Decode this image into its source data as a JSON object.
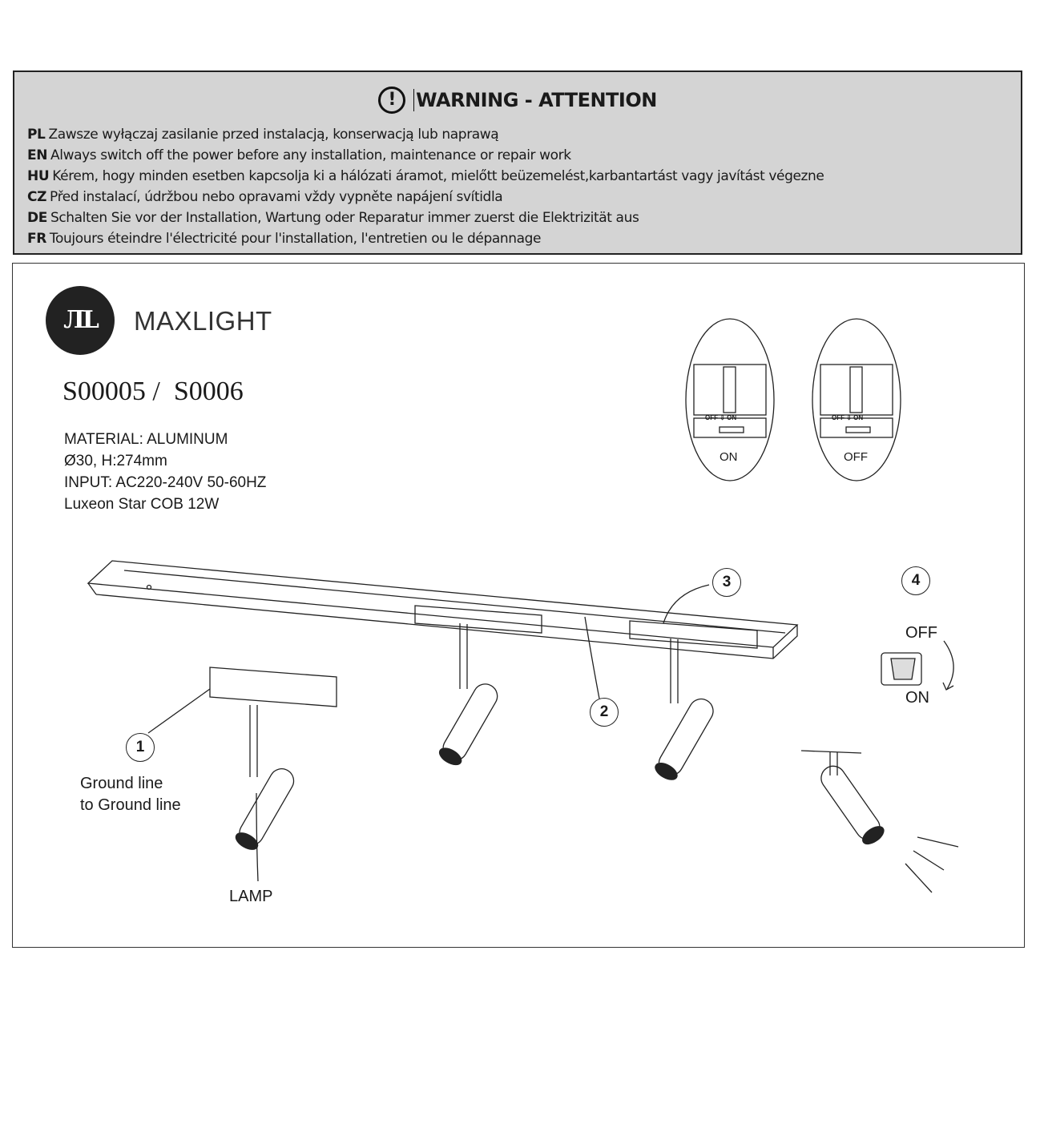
{
  "warning": {
    "title": "WARNING - ATTENTION",
    "icon": "exclamation-circle-icon",
    "lines": [
      {
        "code": "PL",
        "text": "Zawsze wyłączaj zasilanie przed instalacją, konserwacją lub naprawą"
      },
      {
        "code": "EN",
        "text": "Always switch off the power before any installation, maintenance or repair work"
      },
      {
        "code": "HU",
        "text": "Kérem, hogy minden esetben kapcsolja ki a hálózati áramot, mielőtt beüzemelést,karbantartást vagy javítást végezne"
      },
      {
        "code": "CZ",
        "text": "Před instalací, údržbou nebo opravami vždy vypněte napájení svítidla"
      },
      {
        "code": "DE",
        "text": "Schalten Sie vor der Installation, Wartung oder Reparatur immer zuerst die Elektrizität aus"
      },
      {
        "code": "FR",
        "text": "Toujours éteindre l'électricité pour l'installation, l'entretien ou le dépannage"
      }
    ]
  },
  "brand": {
    "logo": "ЛL",
    "name": "MAXLIGHT"
  },
  "model": "S00005 /  S0006",
  "specs": [
    "MATERIAL: ALUMINUM",
    "Ø30, H:274mm",
    "INPUT: AC220-240V 50-60HZ",
    "Luxeon Star  COB 12W"
  ],
  "detail": {
    "on_label": "ON",
    "off_label": "OFF",
    "switch_text": "OFF ⇩ ON"
  },
  "diagram": {
    "steps": [
      "1",
      "2",
      "3",
      "4"
    ],
    "ground_line": [
      "Ground line",
      "to Ground line"
    ],
    "lamp_label": "LAMP",
    "switch_off": "OFF",
    "switch_on": "ON"
  }
}
